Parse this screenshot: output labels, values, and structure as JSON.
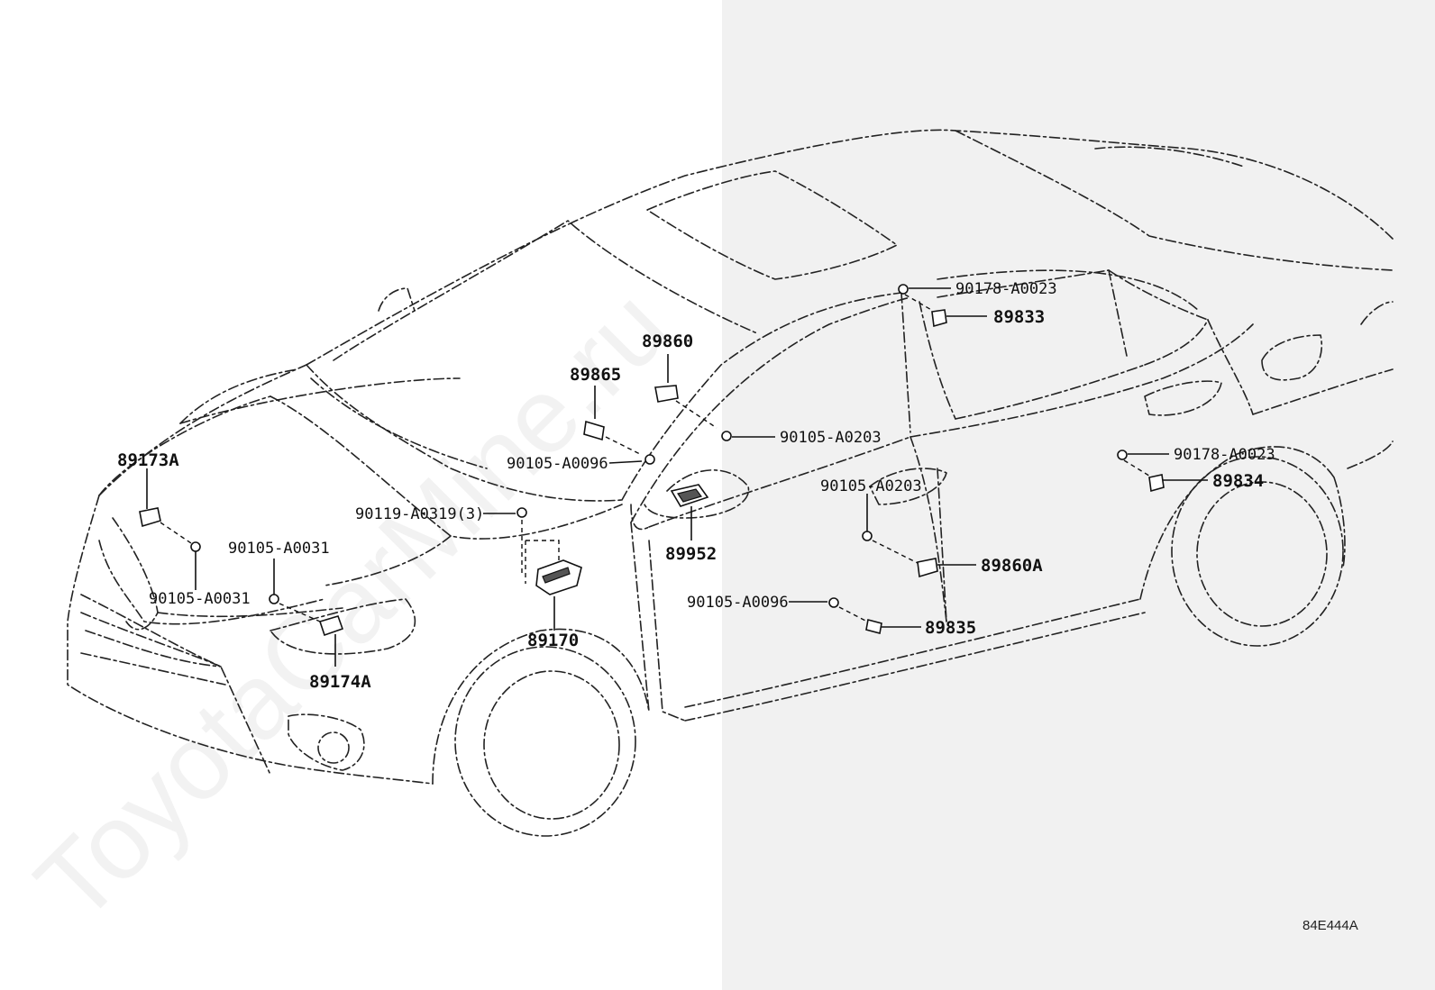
{
  "watermark": "ToyotaCarMine.ru",
  "diagram_code": "84E444A",
  "callouts": [
    {
      "id": "c89860",
      "text": "89860"
    },
    {
      "id": "c89865",
      "text": "89865"
    },
    {
      "id": "c90105_a0096_a",
      "text": "90105-A0096"
    },
    {
      "id": "c90105_a0203_a",
      "text": "90105-A0203"
    },
    {
      "id": "c89173a",
      "text": "89173A"
    },
    {
      "id": "c90119",
      "text": "90119-A0319(3)"
    },
    {
      "id": "c90105_a0031_a",
      "text": "90105-A0031"
    },
    {
      "id": "c90105_a0031_b",
      "text": "90105-A0031"
    },
    {
      "id": "c89174a",
      "text": "89174A"
    },
    {
      "id": "c89170",
      "text": "89170"
    },
    {
      "id": "c89952",
      "text": "89952"
    },
    {
      "id": "c90178_a0023_a",
      "text": "90178-A0023"
    },
    {
      "id": "c89833",
      "text": "89833"
    },
    {
      "id": "c90105_a0203_b",
      "text": "90105-A0203"
    },
    {
      "id": "c89860a",
      "text": "89860A"
    },
    {
      "id": "c90105_a0096_b",
      "text": "90105-A0096"
    },
    {
      "id": "c89835",
      "text": "89835"
    },
    {
      "id": "c90178_a0023_b",
      "text": "90178-A0023"
    },
    {
      "id": "c89834",
      "text": "89834"
    }
  ]
}
